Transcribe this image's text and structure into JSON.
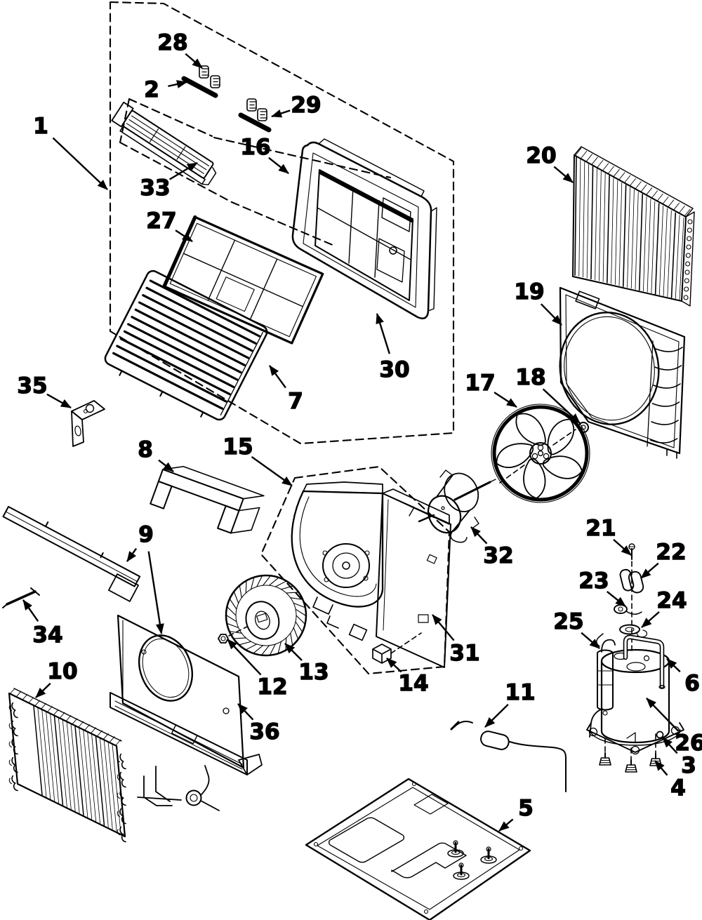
{
  "figure": {
    "background": "#ffffff",
    "ink": "#000000"
  },
  "parts": [
    {
      "num": "1",
      "label": [
        58,
        180
      ],
      "tips": [
        [
          153,
          270
        ]
      ]
    },
    {
      "num": "2",
      "label": [
        216,
        128
      ],
      "tips": [
        [
          266,
          117
        ]
      ]
    },
    {
      "num": "3",
      "label": [
        981,
        1091
      ],
      "tips": [
        [
          944,
          1051
        ]
      ]
    },
    {
      "num": "4",
      "label": [
        966,
        1123
      ],
      "tips": [
        [
          933,
          1084
        ]
      ]
    },
    {
      "num": "5",
      "label": [
        749,
        1152
      ],
      "tips": [
        [
          711,
          1184
        ]
      ]
    },
    {
      "num": "6",
      "label": [
        986,
        974
      ],
      "tips": [
        [
          950,
          939
        ]
      ]
    },
    {
      "num": "7",
      "label": [
        421,
        572
      ],
      "tips": [
        [
          384,
          521
        ]
      ]
    },
    {
      "num": "8",
      "label": [
        207,
        641
      ],
      "tips": [
        [
          247,
          672
        ]
      ]
    },
    {
      "num": "9",
      "label": [
        208,
        762
      ],
      "tips": [
        [
          181,
          800
        ],
        [
          230,
          903
        ]
      ]
    },
    {
      "num": "10",
      "label": [
        89,
        957
      ],
      "tips": [
        [
          51,
          994
        ]
      ]
    },
    {
      "num": "11",
      "label": [
        741,
        987
      ],
      "tips": [
        [
          691,
          1036
        ]
      ]
    },
    {
      "num": "12",
      "label": [
        388,
        979
      ],
      "tips": [
        [
          324,
          911
        ]
      ]
    },
    {
      "num": "13",
      "label": [
        447,
        958
      ],
      "tips": [
        [
          406,
          917
        ]
      ]
    },
    {
      "num": "14",
      "label": [
        589,
        974
      ],
      "tips": [
        [
          551,
          938
        ]
      ]
    },
    {
      "num": "15",
      "label": [
        339,
        637
      ],
      "tips": [
        [
          416,
          692
        ]
      ]
    },
    {
      "num": "16",
      "label": [
        364,
        210
      ],
      "tips": [
        [
          411,
          247
        ]
      ]
    },
    {
      "num": "17",
      "label": [
        684,
        546
      ],
      "tips": [
        [
          736,
          580
        ]
      ]
    },
    {
      "num": "18",
      "label": [
        756,
        538
      ],
      "tips": [
        [
          826,
          603
        ]
      ]
    },
    {
      "num": "19",
      "label": [
        754,
        416
      ],
      "tips": [
        [
          800,
          463
        ]
      ]
    },
    {
      "num": "20",
      "label": [
        771,
        222
      ],
      "tips": [
        [
          816,
          260
        ]
      ]
    },
    {
      "num": "21",
      "label": [
        856,
        753
      ],
      "tips": [
        [
          899,
          791
        ]
      ]
    },
    {
      "num": "22",
      "label": [
        956,
        787
      ],
      "tips": [
        [
          913,
          824
        ]
      ]
    },
    {
      "num": "23",
      "label": [
        846,
        828
      ],
      "tips": [
        [
          891,
          864
        ]
      ]
    },
    {
      "num": "24",
      "label": [
        957,
        856
      ],
      "tips": [
        [
          914,
          894
        ]
      ]
    },
    {
      "num": "25",
      "label": [
        810,
        886
      ],
      "tips": [
        [
          854,
          924
        ]
      ]
    },
    {
      "num": "26",
      "label": [
        983,
        1059
      ],
      "tips": [
        [
          921,
          995
        ]
      ]
    },
    {
      "num": "27",
      "label": [
        230,
        315
      ],
      "tips": [
        [
          274,
          344
        ]
      ]
    },
    {
      "num": "28",
      "label": [
        246,
        61
      ],
      "tips": [
        [
          288,
          97
        ]
      ]
    },
    {
      "num": "29",
      "label": [
        436,
        150
      ],
      "tips": [
        [
          387,
          166
        ]
      ]
    },
    {
      "num": "30",
      "label": [
        562,
        527
      ],
      "tips": [
        [
          537,
          447
        ]
      ]
    },
    {
      "num": "31",
      "label": [
        662,
        931
      ],
      "tips": [
        [
          616,
          876
        ]
      ]
    },
    {
      "num": "32",
      "label": [
        710,
        792
      ],
      "tips": [
        [
          671,
          751
        ]
      ]
    },
    {
      "num": "33",
      "label": [
        221,
        268
      ],
      "tips": [
        [
          281,
          232
        ]
      ]
    },
    {
      "num": "34",
      "label": [
        68,
        905
      ],
      "tips": [
        [
          33,
          855
        ]
      ]
    },
    {
      "num": "35",
      "label": [
        46,
        550
      ],
      "tips": [
        [
          101,
          581
        ]
      ]
    },
    {
      "num": "36",
      "label": [
        377,
        1043
      ],
      "tips": [
        [
          339,
          1003
        ]
      ]
    }
  ]
}
